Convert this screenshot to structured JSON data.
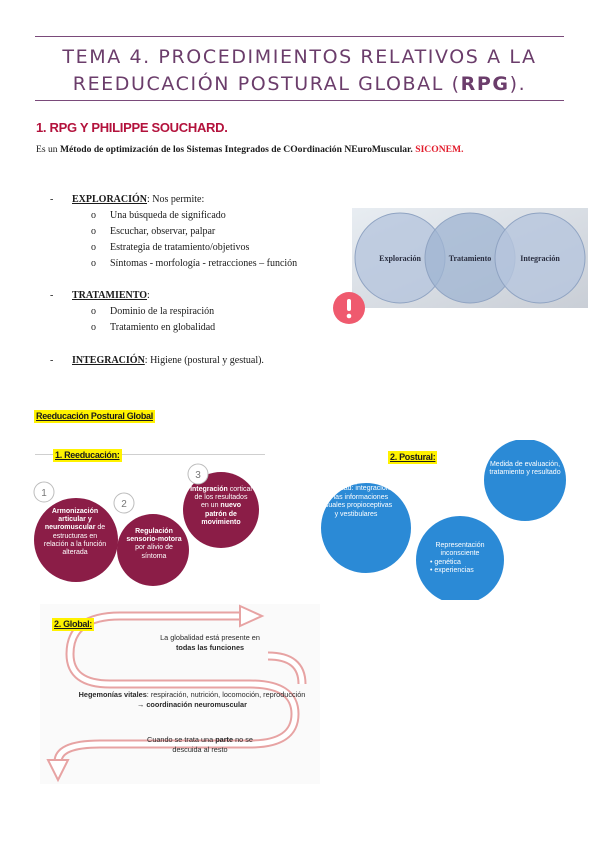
{
  "title": {
    "line1": "TEMA 4. PROCEDIMIENTOS RELATIVOS A LA",
    "line2_prefix": "REEDUCACIÓN POSTURAL GLOBAL (",
    "line2_bold": "RPG",
    "line2_suffix": ")."
  },
  "section1": {
    "heading": "1.  RPG Y PHILIPPE SOUCHARD.",
    "intro_prefix": "Es un ",
    "intro_bold": "Método de optimización de los Sistemas Integrados de COordinación NEuroMuscular.",
    "intro_red": " SICONEM."
  },
  "exploracion": {
    "dash": "-",
    "label": "EXPLORACIÓN",
    "text": ": Nos permite:",
    "items": [
      "Una búsqueda de significado",
      "Escuchar, observar, palpar",
      "Estrategia de tratamiento/objetivos",
      "Síntomas - morfología - retracciones – función"
    ]
  },
  "tratamiento": {
    "dash": "-",
    "label": "TRATAMIENTO",
    "text": ":",
    "items": [
      "Dominio de la respiración",
      "Tratamiento en globalidad"
    ]
  },
  "integracion": {
    "dash": "-",
    "label": "INTEGRACIÓN",
    "text": ": Higiene (postural y gestual)."
  },
  "bullet_symbol": "o",
  "venn": {
    "labels": [
      "Exploración",
      "Tratamiento",
      "Integración"
    ]
  },
  "alert_icon": "exclamation-icon",
  "rpg_heading": "Reeducación Postural Global",
  "reeducacion": {
    "heading": "1.   Reeducación:",
    "steps": [
      {
        "number": "1",
        "bold": "Armonización articular y neuromuscular",
        "text": " de estructuras en relación a la función alterada"
      },
      {
        "number": "2",
        "bold": "Regulación sensorio-motora",
        "text": " por alivio de síntoma"
      },
      {
        "number": "3",
        "bold": "Integración",
        "text": " cortical de los resultados en un ",
        "bold2": "nuevo patrón de movimiento"
      }
    ]
  },
  "postural": {
    "heading": "2. Postural:",
    "circles": [
      "Organización contra la gravedad: integración de las informaciones visuales propioceptivas y vestibulares",
      "Medida de evaluación, tratamiento y resultado",
      "Representación inconsciente"
    ],
    "sub_items": [
      "genética",
      "experiencias"
    ]
  },
  "global": {
    "heading": "2.   Global:",
    "line1_a": "La globalidad está presente en ",
    "line1_b": "todas las funciones",
    "line2_a": "Hegemonías vitales",
    "line2_b": ": respiración, nutrición, locomoción, reproducción → ",
    "line2_c": "coordinación neuromuscular",
    "line3_a": "Cuando se trata una ",
    "line3_b": "parte",
    "line3_c": " no se descuida al resto"
  },
  "colors": {
    "title": "#6b3d6b",
    "heading_red": "#b3123c",
    "maroon": "#8b1d47",
    "blue": "#2b8ad6",
    "highlight": "#fff200",
    "alert": "#ef5a6e"
  }
}
